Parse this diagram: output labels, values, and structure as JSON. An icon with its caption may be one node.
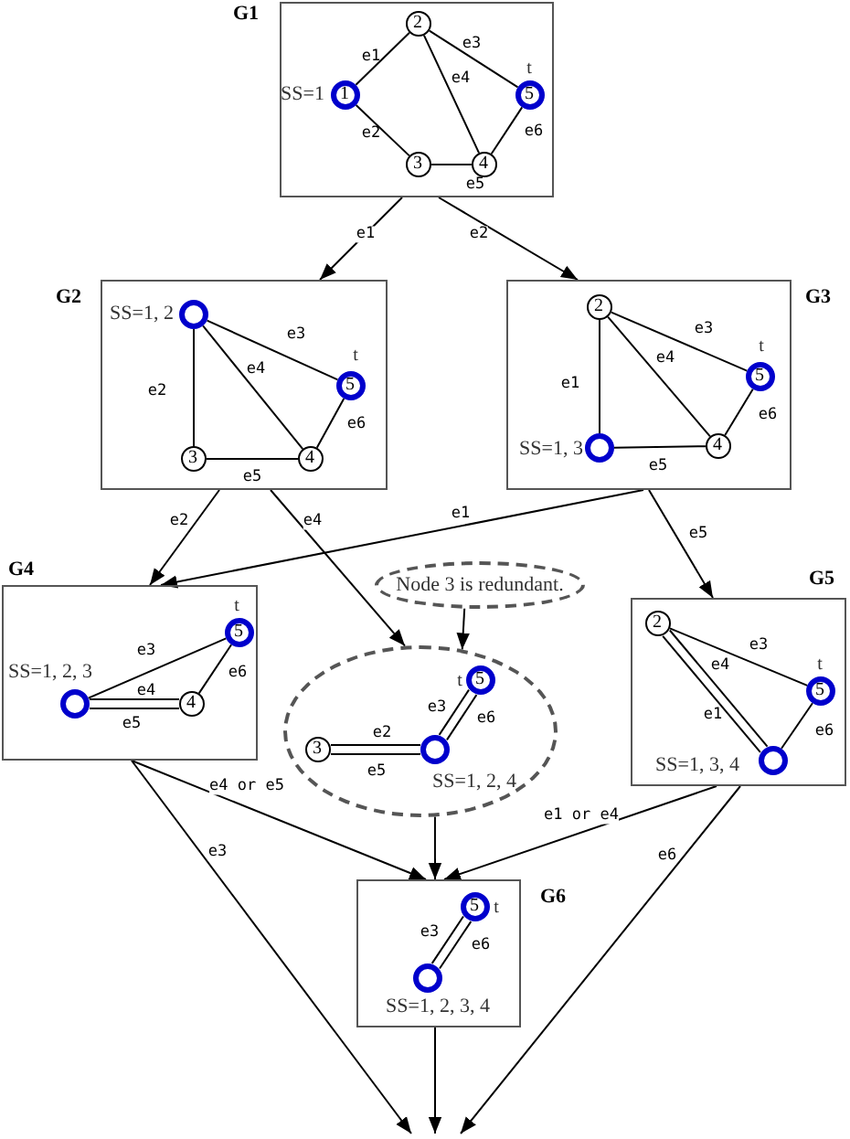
{
  "diagram": {
    "nodes": [
      {
        "text": [
          "G1"
        ]
      },
      {
        "text": [
          "1"
        ],
        "in": 0,
        "beside": [
          "SS=1"
        ]
      },
      {
        "text": [
          "2"
        ],
        "in": 0
      },
      {
        "text": [
          "3"
        ],
        "in": 0
      },
      {
        "text": [
          "4"
        ],
        "in": 0
      },
      {
        "text": [
          "5"
        ],
        "in": 0,
        "beside": [
          "t"
        ]
      },
      {
        "text": [
          "G2"
        ]
      },
      {
        "text": [],
        "shape": "circle",
        "in": 6,
        "beside": [
          "SS=1, 2"
        ]
      },
      {
        "text": [
          "3"
        ],
        "in": 6
      },
      {
        "text": [
          "4"
        ],
        "in": 6
      },
      {
        "text": [
          "5"
        ],
        "in": 6,
        "beside": [
          "t"
        ]
      },
      {
        "text": [
          "G3"
        ]
      },
      {
        "text": [
          "2"
        ],
        "in": 11
      },
      {
        "text": [],
        "shape": "circle",
        "in": 11,
        "beside": [
          "SS=1, 3"
        ]
      },
      {
        "text": [
          "4"
        ],
        "in": 11
      },
      {
        "text": [
          "5"
        ],
        "in": 11,
        "beside": [
          "t"
        ]
      },
      {
        "text": [
          "G4"
        ]
      },
      {
        "text": [],
        "shape": "circle",
        "in": 16,
        "beside": [
          "SS=1, 2, 3"
        ]
      },
      {
        "text": [
          "4"
        ],
        "in": 16
      },
      {
        "text": [
          "5"
        ],
        "in": 16,
        "beside": [
          "t"
        ]
      },
      {
        "text": [
          "Node 3 is redundant."
        ]
      },
      {
        "text": [],
        "shape": "ellipse"
      },
      {
        "text": [
          "3"
        ],
        "in": 21
      },
      {
        "text": [],
        "shape": "circle",
        "in": 21,
        "beside": [
          "SS=1, 2, 4"
        ]
      },
      {
        "text": [
          "5"
        ],
        "in": 21,
        "beside": [
          "t"
        ]
      },
      {
        "text": [
          "G5"
        ]
      },
      {
        "text": [
          "2"
        ],
        "in": 25
      },
      {
        "text": [],
        "shape": "circle",
        "in": 25,
        "beside": [
          "SS=1, 3, 4"
        ]
      },
      {
        "text": [
          "5"
        ],
        "in": 25,
        "beside": [
          "t"
        ]
      },
      {
        "text": [
          "G6"
        ]
      },
      {
        "text": [],
        "shape": "circle",
        "in": 29,
        "beside": [
          "SS=1, 2, 3, 4"
        ]
      },
      {
        "text": [
          "5"
        ],
        "in": 29,
        "beside": [
          "t"
        ]
      }
    ],
    "edges": [
      {
        "from": 1,
        "to": 2,
        "arrow": "none",
        "label": "e1"
      },
      {
        "from": 1,
        "to": 3,
        "arrow": "none",
        "label": "e2"
      },
      {
        "from": 2,
        "to": 5,
        "arrow": "none",
        "label": "e3"
      },
      {
        "from": 2,
        "to": 4,
        "arrow": "none",
        "label": "e4"
      },
      {
        "from": 3,
        "to": 4,
        "arrow": "none",
        "label": "e5"
      },
      {
        "from": 4,
        "to": 5,
        "arrow": "none",
        "label": "e6"
      },
      {
        "from": 7,
        "to": 8,
        "arrow": "none",
        "label": "e2"
      },
      {
        "from": 7,
        "to": 10,
        "arrow": "none",
        "label": "e3"
      },
      {
        "from": 7,
        "to": 9,
        "arrow": "none",
        "label": "e4"
      },
      {
        "from": 8,
        "to": 9,
        "arrow": "none",
        "label": "e5"
      },
      {
        "from": 9,
        "to": 10,
        "arrow": "none",
        "label": "e6"
      },
      {
        "from": 12,
        "to": 13,
        "arrow": "none",
        "label": "e1"
      },
      {
        "from": 12,
        "to": 15,
        "arrow": "none",
        "label": "e3"
      },
      {
        "from": 12,
        "to": 14,
        "arrow": "none",
        "label": "e4"
      },
      {
        "from": 13,
        "to": 14,
        "arrow": "none",
        "label": "e5"
      },
      {
        "from": 14,
        "to": 15,
        "arrow": "none",
        "label": "e6"
      },
      {
        "from": 17,
        "to": 19,
        "arrow": "none",
        "label": "e3"
      },
      {
        "from": 17,
        "to": 18,
        "arrow": "none",
        "label": "e4"
      },
      {
        "from": 17,
        "to": 18,
        "arrow": "none",
        "label": "e5"
      },
      {
        "from": 18,
        "to": 19,
        "arrow": "none",
        "label": "e6"
      },
      {
        "from": 22,
        "to": 23,
        "arrow": "none",
        "label": "e2"
      },
      {
        "from": 22,
        "to": 23,
        "arrow": "none",
        "label": "e5"
      },
      {
        "from": 23,
        "to": 24,
        "arrow": "none",
        "label": "e3"
      },
      {
        "from": 23,
        "to": 24,
        "arrow": "none",
        "label": "e6"
      },
      {
        "from": 26,
        "to": 27,
        "arrow": "none",
        "label": "e1"
      },
      {
        "from": 26,
        "to": 27,
        "arrow": "none",
        "label": "e4"
      },
      {
        "from": 26,
        "to": 28,
        "arrow": "none",
        "label": "e3"
      },
      {
        "from": 27,
        "to": 28,
        "arrow": "none",
        "label": "e6"
      },
      {
        "from": 30,
        "to": 31,
        "arrow": "none",
        "label": "e3"
      },
      {
        "from": 30,
        "to": 31,
        "arrow": "none",
        "label": "e6"
      },
      {
        "from": 0,
        "to": 6,
        "arrow": "to",
        "label": "e1"
      },
      {
        "from": 0,
        "to": 11,
        "arrow": "to",
        "label": "e2"
      },
      {
        "from": 6,
        "to": 16,
        "arrow": "to",
        "label": "e2"
      },
      {
        "from": 6,
        "to": 21,
        "arrow": "to",
        "label": "e4"
      },
      {
        "from": 11,
        "to": 16,
        "arrow": "to",
        "label": "e1"
      },
      {
        "from": 11,
        "to": 25,
        "arrow": "to",
        "label": "e5"
      },
      {
        "from": 20,
        "to": 21,
        "arrow": "to"
      },
      {
        "from": 16,
        "to": 29,
        "arrow": "to",
        "label": "e4 or e5"
      },
      {
        "from": 21,
        "to": 29,
        "arrow": "to"
      },
      {
        "from": 25,
        "to": 29,
        "arrow": "to",
        "label": "e1 or e4"
      },
      {
        "from": 16,
        "to": null,
        "arrow": "to",
        "label": "e3"
      },
      {
        "from": 29,
        "to": null,
        "arrow": "to"
      },
      {
        "from": 25,
        "to": null,
        "arrow": "to",
        "label": "e6"
      }
    ]
  }
}
